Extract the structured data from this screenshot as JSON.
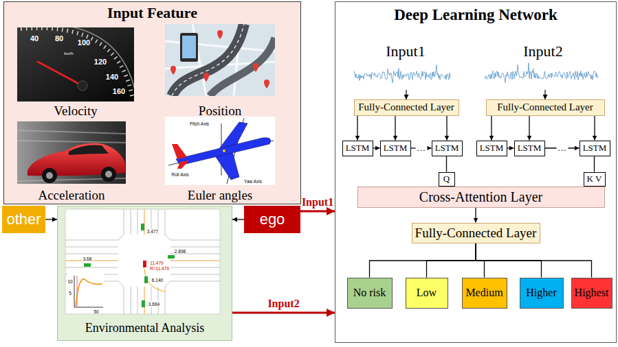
{
  "diagram": {
    "nodes": [
      {
        "text": [
          "Input Feature"
        ]
      },
      {
        "text": [
          "other"
        ]
      },
      {
        "text": [
          "Environmental Analysis"
        ]
      },
      {
        "text": [
          "ego"
        ]
      },
      {
        "text": [
          "Deep Learning Network"
        ]
      },
      {
        "text": [
          "Fully-Connected Layer"
        ],
        "in": 4
      },
      {
        "text": [
          "Fully-Connected Layer"
        ],
        "in": 4
      },
      {
        "text": [
          "LSTM"
        ],
        "in": 4
      },
      {
        "text": [
          "LSTM"
        ],
        "in": 4
      },
      {
        "text": [
          "LSTM"
        ],
        "in": 4
      },
      {
        "text": [
          "LSTM"
        ],
        "in": 4
      },
      {
        "text": [
          "LSTM"
        ],
        "in": 4
      },
      {
        "text": [
          "LSTM"
        ],
        "in": 4
      },
      {
        "text": [
          "Q"
        ],
        "in": 4
      },
      {
        "text": [
          "K V"
        ],
        "in": 4
      },
      {
        "text": [
          "Cross-Attention Layer"
        ],
        "in": 4
      },
      {
        "text": [
          "Fully-Connected Layer"
        ],
        "in": 4
      },
      {
        "text": [
          "No risk"
        ],
        "in": 4
      },
      {
        "text": [
          "Low"
        ],
        "in": 4
      },
      {
        "text": [
          "Medium"
        ],
        "in": 4
      },
      {
        "text": [
          "Higher"
        ],
        "in": 4
      },
      {
        "text": [
          "Highest"
        ],
        "in": 4
      }
    ],
    "edges": [
      {
        "from": 1,
        "to": 2,
        "arrow": "to"
      },
      {
        "from": 3,
        "to": 2,
        "arrow": "to"
      },
      {
        "from": 3,
        "to": 4,
        "label": "Input1",
        "arrow": "to"
      },
      {
        "from": 2,
        "to": 4,
        "label": "Input2",
        "arrow": "to"
      },
      {
        "from": 5,
        "to": 7,
        "arrow": "to"
      },
      {
        "from": 5,
        "to": 8,
        "arrow": "to"
      },
      {
        "from": 5,
        "to": 9,
        "arrow": "to"
      },
      {
        "from": 6,
        "to": 10,
        "arrow": "to"
      },
      {
        "from": 6,
        "to": 11,
        "arrow": "to"
      },
      {
        "from": 6,
        "to": 12,
        "arrow": "to"
      },
      {
        "from": 7,
        "to": 8,
        "arrow": "to"
      },
      {
        "from": 8,
        "to": 9,
        "label": "…",
        "arrow": "to"
      },
      {
        "from": 10,
        "to": 11,
        "arrow": "to"
      },
      {
        "from": 11,
        "to": 12,
        "label": "…",
        "arrow": "to"
      },
      {
        "from": 9,
        "to": 13,
        "arrow": "none"
      },
      {
        "from": 12,
        "to": 14,
        "arrow": "none"
      },
      {
        "from": 15,
        "to": 16,
        "arrow": "to"
      },
      {
        "from": 16,
        "to": 17,
        "arrow": "none"
      },
      {
        "from": 16,
        "to": 18,
        "arrow": "none"
      },
      {
        "from": 16,
        "to": 19,
        "arrow": "none"
      },
      {
        "from": 16,
        "to": 20,
        "arrow": "none"
      },
      {
        "from": 16,
        "to": 21,
        "arrow": "none"
      }
    ],
    "labels": [
      "Velocity",
      "Position",
      "Acceleration",
      "Euler angles",
      "Input1",
      "Input2",
      "40",
      "80",
      "100",
      "120",
      "140",
      "160",
      "km/h",
      "Pitch Axis",
      "Roll Axis",
      "Yaw Axis",
      "3.477",
      "3.68",
      "2.898",
      "11.479",
      "R=11.479",
      "6.140",
      "3.664",
      "10",
      "5",
      "50"
    ]
  }
}
